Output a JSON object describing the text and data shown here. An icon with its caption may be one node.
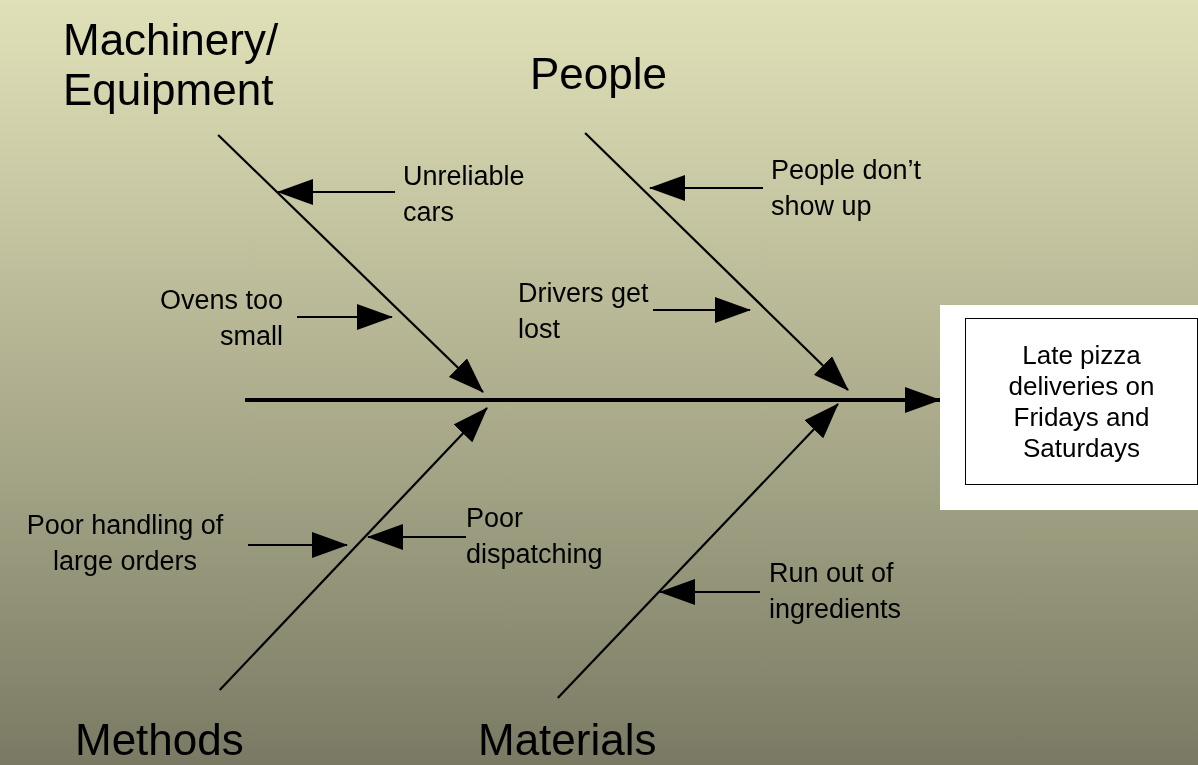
{
  "diagram": {
    "nodes": [
      {
        "text": [
          "Machinery/ Equipment"
        ]
      },
      {
        "text": [
          "People"
        ]
      },
      {
        "text": [
          "Methods"
        ]
      },
      {
        "text": [
          "Materials"
        ]
      },
      {
        "text": [
          "Late pizza deliveries on Fridays and Saturdays"
        ]
      },
      {
        "text": [
          "Unreliable cars"
        ]
      },
      {
        "text": [
          "Ovens too small"
        ]
      },
      {
        "text": [
          "People don’t show up"
        ]
      },
      {
        "text": [
          "Drivers get lost"
        ]
      },
      {
        "text": [
          "Poor handling of large orders"
        ]
      },
      {
        "text": [
          "Poor dispatching"
        ]
      },
      {
        "text": [
          "Run out of ingredients"
        ]
      }
    ],
    "edges": [
      {
        "from": 0,
        "to": null,
        "arrow": "to"
      },
      {
        "from": 1,
        "to": null,
        "arrow": "to"
      },
      {
        "from": 2,
        "to": null,
        "arrow": "to"
      },
      {
        "from": 3,
        "to": null,
        "arrow": "to"
      },
      {
        "from": null,
        "to": 4,
        "arrow": "to",
        "style": "thick"
      },
      {
        "from": 5,
        "to": null,
        "arrow": "to"
      },
      {
        "from": 6,
        "to": null,
        "arrow": "to"
      },
      {
        "from": 7,
        "to": null,
        "arrow": "to"
      },
      {
        "from": 8,
        "to": null,
        "arrow": "to"
      },
      {
        "from": 9,
        "to": null,
        "arrow": "to"
      },
      {
        "from": 10,
        "to": null,
        "arrow": "to"
      },
      {
        "from": 11,
        "to": null,
        "arrow": "to"
      }
    ]
  }
}
